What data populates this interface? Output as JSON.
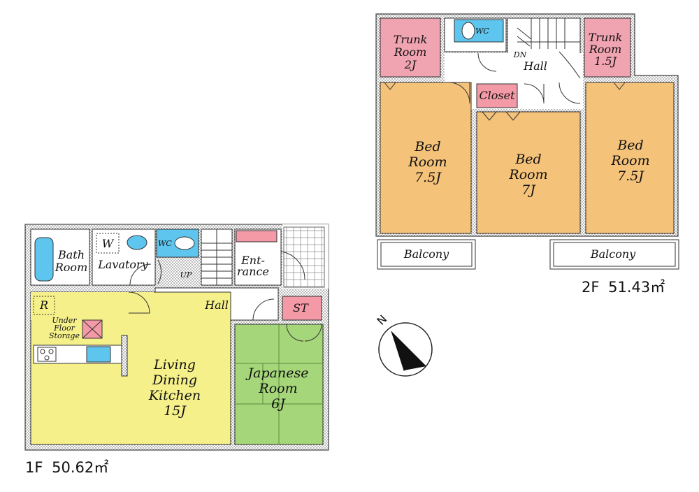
{
  "floor1": {
    "label": "1F",
    "area": "50.62㎡",
    "rooms": {
      "bath": [
        "Bath",
        "Room"
      ],
      "lavatory": "Lavatory",
      "washer": "W",
      "wc": "WC",
      "up": "UP",
      "entrance": [
        "Ent-",
        "rance"
      ],
      "hall": "Hall",
      "storage": "ST",
      "fridge": "R",
      "under_floor": [
        "Under",
        "Floor",
        "Storage"
      ],
      "ldk": [
        "Living",
        "Dining",
        "Kitchen",
        "15J"
      ],
      "japanese": [
        "Japanese",
        "Room",
        "6J"
      ]
    }
  },
  "floor2": {
    "label": "2F",
    "area": "51.43㎡",
    "rooms": {
      "trunk_left": [
        "Trunk",
        "Room",
        "2J"
      ],
      "wc": "WC",
      "trunk_right": [
        "Trunk",
        "Room",
        "1.5J"
      ],
      "dn": "DN",
      "hall": "Hall",
      "closet": "Closet",
      "bed_left": [
        "Bed",
        "Room",
        "7.5J"
      ],
      "bed_mid": [
        "Bed",
        "Room",
        "7J"
      ],
      "bed_right": [
        "Bed",
        "Room",
        "7.5J"
      ],
      "balcony_left": "Balcony",
      "balcony_right": "Balcony"
    }
  },
  "compass": {
    "north": "N"
  },
  "colors": {
    "ldk": "#f5f08a",
    "japanese": "#a6d67a",
    "bedroom": "#f5c27a",
    "trunk": "#f0a3b0",
    "water": "#5ec5ee",
    "storage": "#f39aa6"
  }
}
